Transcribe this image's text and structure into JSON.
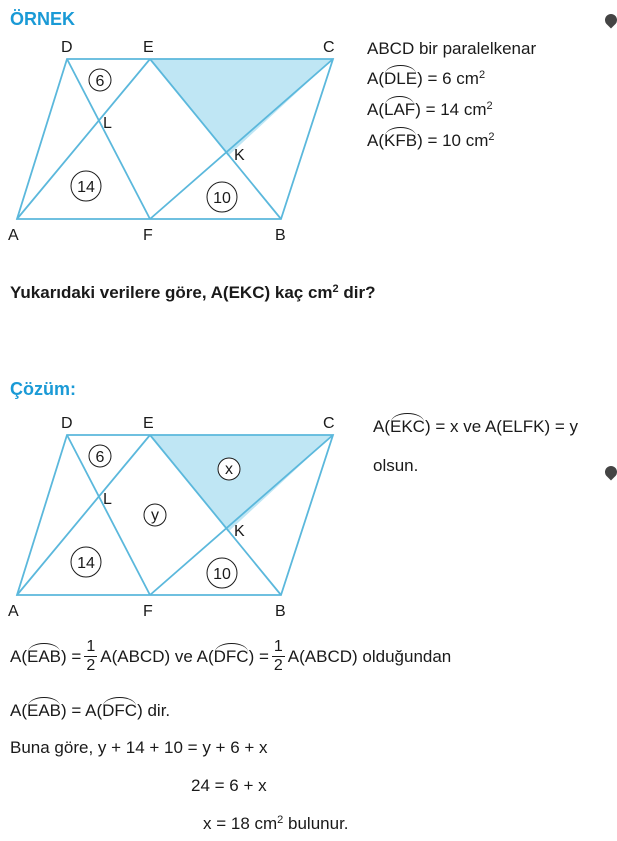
{
  "ornek": {
    "heading": "ÖRNEK",
    "givens": {
      "line1": "ABCD bir paralelkenar",
      "line2_pre": "A(",
      "line2_arc": "DLE",
      "line2_post": ") = 6 cm",
      "line2_sup": "2",
      "line3_pre": "A(",
      "line3_arc": "LAF",
      "line3_post": ") = 14 cm",
      "line3_sup": "2",
      "line4_pre": "A(",
      "line4_arc": "KFB",
      "line4_post": ") = 10 cm",
      "line4_sup": "2"
    },
    "question_pre": "Yukarıdaki verilere göre, A(EKC) kaç cm",
    "question_sup": "2",
    "question_post": " dir?"
  },
  "figure1": {
    "points": {
      "A": "A",
      "B": "B",
      "C": "C",
      "D": "D",
      "E": "E",
      "F": "F",
      "K": "K",
      "L": "L"
    },
    "areas": {
      "dle": "6",
      "laf": "14",
      "kfb": "10"
    }
  },
  "cozum": {
    "heading": "Çözüm:",
    "assume_pre": "A(",
    "assume_arc": "EKC",
    "assume_post": ") = x ve A(ELFK) = y",
    "assume_line2": "olsun."
  },
  "figure2": {
    "points": {
      "A": "A",
      "B": "B",
      "C": "C",
      "D": "D",
      "E": "E",
      "F": "F",
      "K": "K",
      "L": "L"
    },
    "areas": {
      "dle": "6",
      "laf": "14",
      "kfb": "10",
      "ekc": "x",
      "elfk": "y"
    }
  },
  "solution": {
    "s1_a": "A(",
    "s1_arc1": "EAB",
    "s1_b": ") =",
    "s1_num": "1",
    "s1_den": "2",
    "s1_c": "A(ABCD) ve A(",
    "s1_arc2": "DFC",
    "s1_d": ") =",
    "s1_num2": "1",
    "s1_den2": "2",
    "s1_e": "A(ABCD) olduğundan",
    "s2_a": "A(",
    "s2_arc1": "EAB",
    "s2_b": ") = A(",
    "s2_arc2": "DFC",
    "s2_c": ") dir.",
    "s3": "Buna göre, y + 14 + 10 = y + 6 + x",
    "s4": "24 = 6 + x",
    "s5_pre": "x = 18 cm",
    "s5_sup": "2",
    "s5_post": " bulunur."
  },
  "colors": {
    "accent": "#1a9ad6",
    "fill": "#bfe6f4",
    "stroke": "#5bb8dc"
  },
  "icons": [
    "pencil-icon",
    "pencil-icon"
  ]
}
